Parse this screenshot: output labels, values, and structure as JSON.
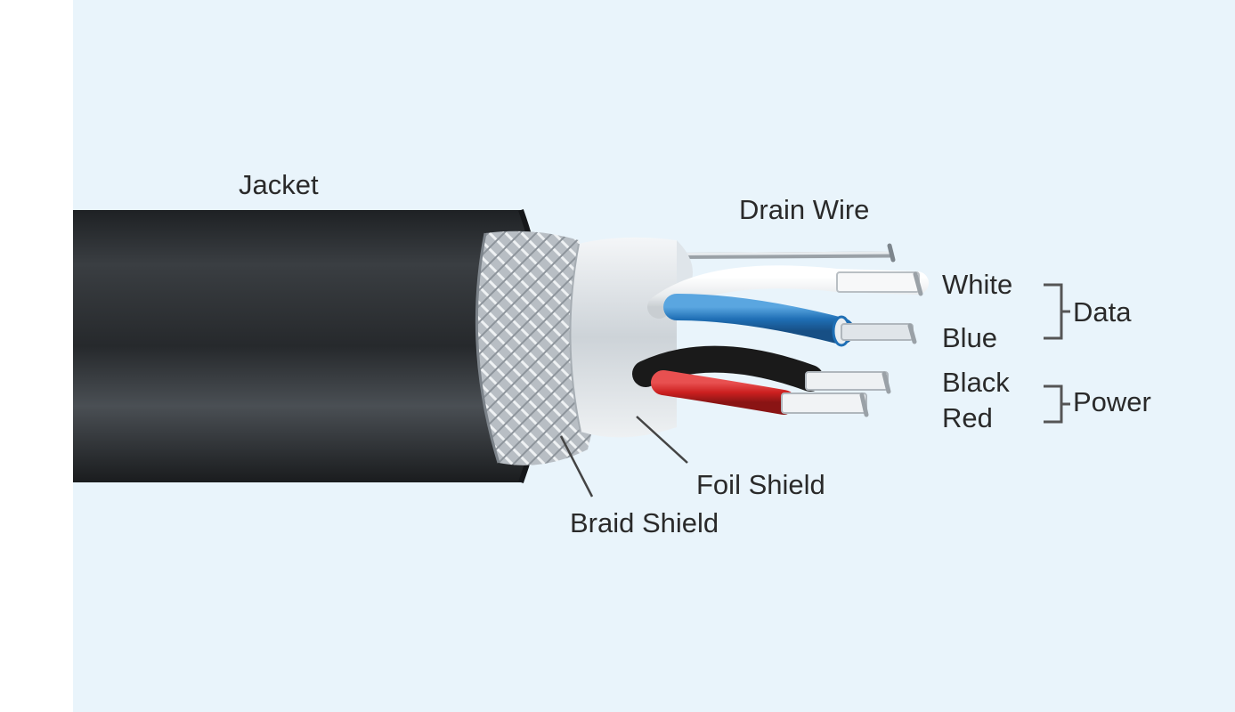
{
  "diagram": {
    "labels": {
      "jacket": "Jacket",
      "drain_wire": "Drain Wire",
      "white": "White",
      "blue": "Blue",
      "black": "Black",
      "red": "Red",
      "data": "Data",
      "power": "Power",
      "foil_shield": "Foil Shield",
      "braid_shield": "Braid Shield"
    },
    "colors": {
      "background": "#e9f4fb",
      "jacket": "#2b2e31",
      "braid": "#c9ced3",
      "foil": "#dfe5ea",
      "white_wire": "#f4f4f4",
      "blue_wire": "#1f6fb5",
      "black_wire": "#1a1a1a",
      "red_wire": "#cc2020",
      "conductor": "#d8dde1"
    }
  }
}
